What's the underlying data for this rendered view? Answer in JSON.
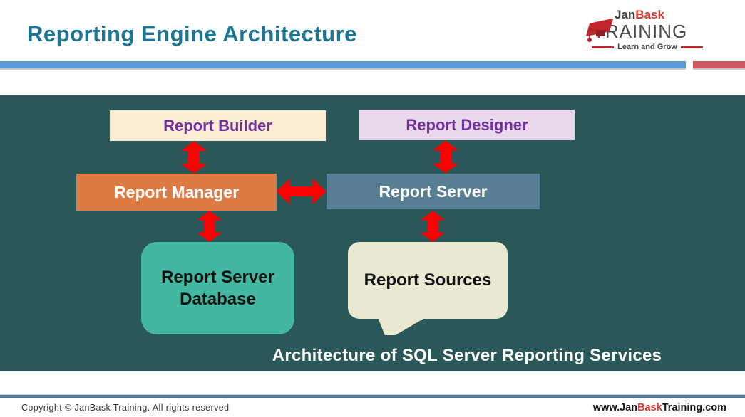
{
  "header": {
    "title": "Reporting Engine Architecture",
    "title_color": "#1d7493"
  },
  "logo": {
    "name_part1": "Jan",
    "name_part2": "Bask",
    "word": "TRAINING",
    "tagline": "Learn and Grow",
    "cap_icon_color": "#c0272d",
    "brand_red": "#d8342c",
    "brand_dark": "#3d3d3d"
  },
  "accent_bar": {
    "blue": "#5b9bd5",
    "red": "#cc5662"
  },
  "diagram": {
    "panel_bg": "#2a5757",
    "arrow_color": "#fe0000",
    "caption": "Architecture of SQL Server Reporting Services",
    "boxes": {
      "builder": {
        "label": "Report Builder",
        "bg": "#fcecd4",
        "text_color": "#7030a0"
      },
      "designer": {
        "label": "Report Designer",
        "bg": "#e8d8e9",
        "text_color": "#7030a0"
      },
      "manager": {
        "label": "Report Manager",
        "bg": "#dd7b44",
        "text_color": "#ffffff"
      },
      "server": {
        "label": "Report Server",
        "bg": "#587e94",
        "text_color": "#ffffff"
      },
      "database": {
        "label": "Report Server Database",
        "bg": "#44b7a1",
        "text_color": "#111111"
      },
      "sources": {
        "label": "Report Sources",
        "bg": "#e8e9d0",
        "text_color": "#111111"
      }
    },
    "arrows": [
      {
        "name": "builder-manager",
        "type": "vertical-double"
      },
      {
        "name": "designer-server",
        "type": "vertical-double"
      },
      {
        "name": "manager-server",
        "type": "horizontal-double"
      },
      {
        "name": "manager-database",
        "type": "vertical-double"
      },
      {
        "name": "server-sources",
        "type": "vertical-double"
      }
    ]
  },
  "footer": {
    "rule_color": "#4d7fa8",
    "copyright": "Copyright © JanBask Training. All rights reserved",
    "website": {
      "part1": "www.Jan",
      "part2": "Bask",
      "part3": "Training",
      "part4": ".com"
    }
  }
}
